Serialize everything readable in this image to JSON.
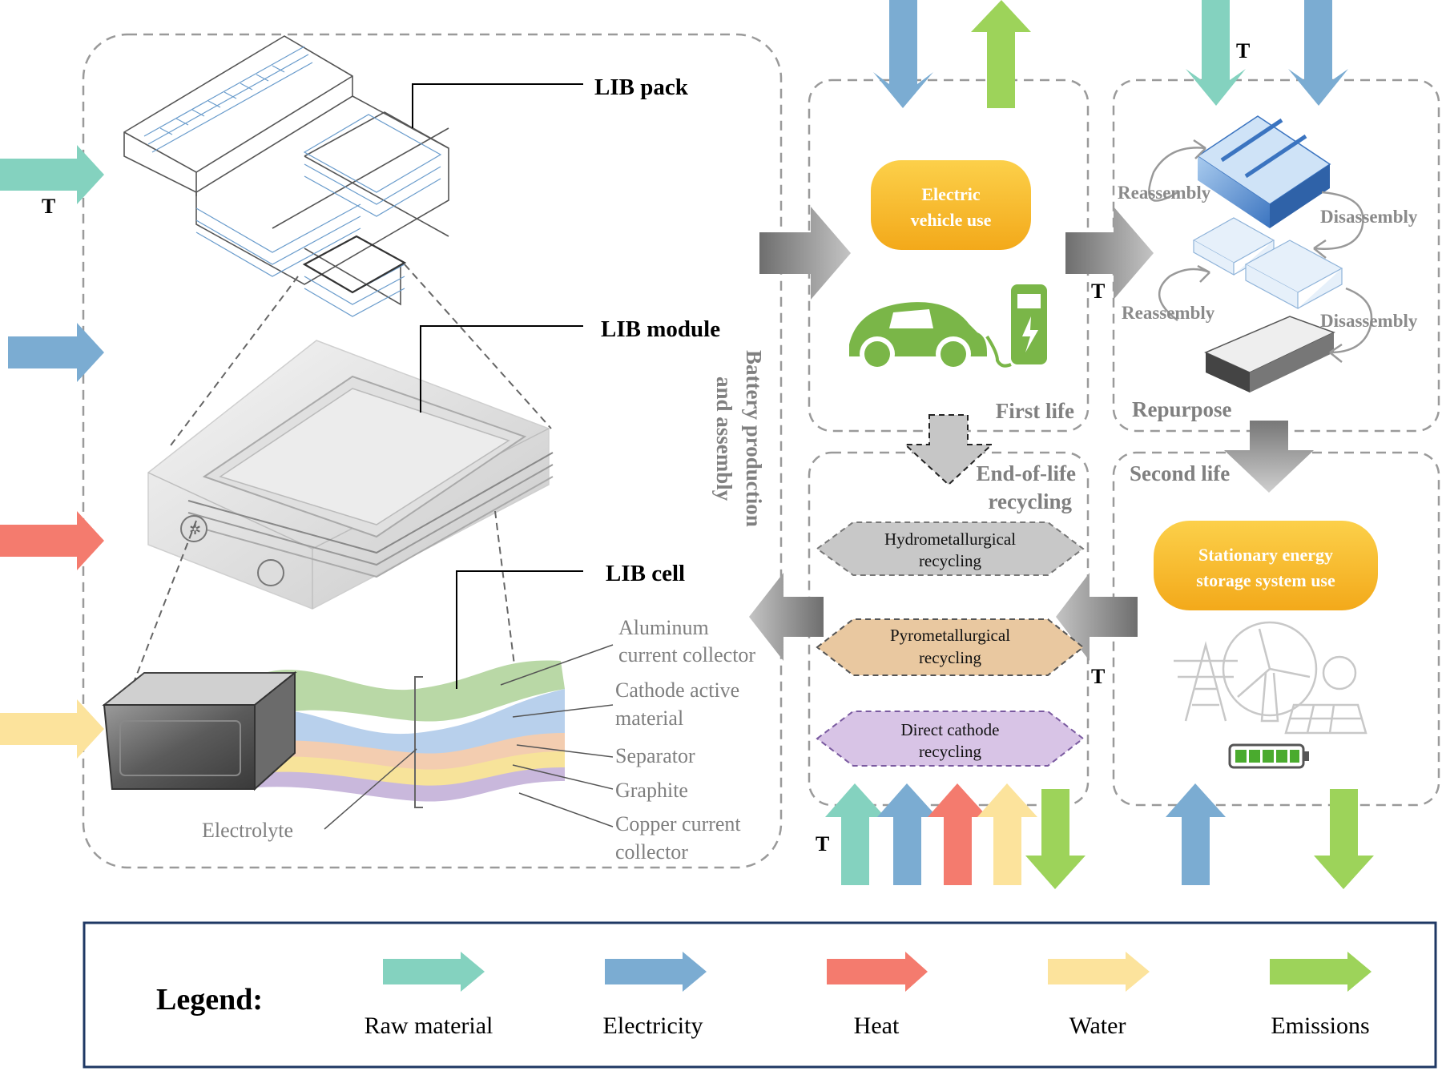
{
  "colors": {
    "raw_material": "#84d2bf",
    "electricity": "#7bacd2",
    "heat": "#f47b6e",
    "water": "#fce39c",
    "emissions": "#9dd35a",
    "gray_arrow": "#8c8c8c",
    "dashed_border": "#9a9a9a",
    "legend_border": "#1f3864",
    "ev_box": "#f5b51e",
    "hydro": "#c8c8c8",
    "pyro": "#e9c8a0",
    "direct": "#d8c4e6",
    "car_green": "#7ab648"
  },
  "transport_label": "T",
  "production": {
    "section_title_line1": "Battery production",
    "section_title_line2": "and assembly",
    "pack_label": "LIB pack",
    "module_label": "LIB module",
    "cell_label": "LIB cell",
    "layers": {
      "aluminum_1": "Aluminum",
      "aluminum_2": "current collector",
      "cathode_1": "Cathode active",
      "cathode_2": "material",
      "separator": "Separator",
      "graphite": "Graphite",
      "copper_1": "Copper current",
      "copper_2": "collector",
      "electrolyte": "Electrolyte"
    }
  },
  "first_life": {
    "title": "First life",
    "ev_line1": "Electric",
    "ev_line2": "vehicle use"
  },
  "repurpose": {
    "title": "Repurpose",
    "reassembly_top": "Reassembly",
    "disassembly_top": "Disassembly",
    "reassembly_bottom": "Reassembly",
    "disassembly_bottom": "Disassembly"
  },
  "recycling": {
    "title_line1": "End-of-life",
    "title_line2": "recycling",
    "hydro_1": "Hydrometallurgical",
    "hydro_2": "recycling",
    "pyro_1": "Pyrometallurgical",
    "pyro_2": "recycling",
    "direct_1": "Direct cathode",
    "direct_2": "recycling"
  },
  "second_life": {
    "title": "Second life",
    "ess_line1": "Stationary energy",
    "ess_line2": "storage system use"
  },
  "legend": {
    "title": "Legend:",
    "items": [
      "Raw material",
      "Electricity",
      "Heat",
      "Water",
      "Emissions"
    ]
  }
}
